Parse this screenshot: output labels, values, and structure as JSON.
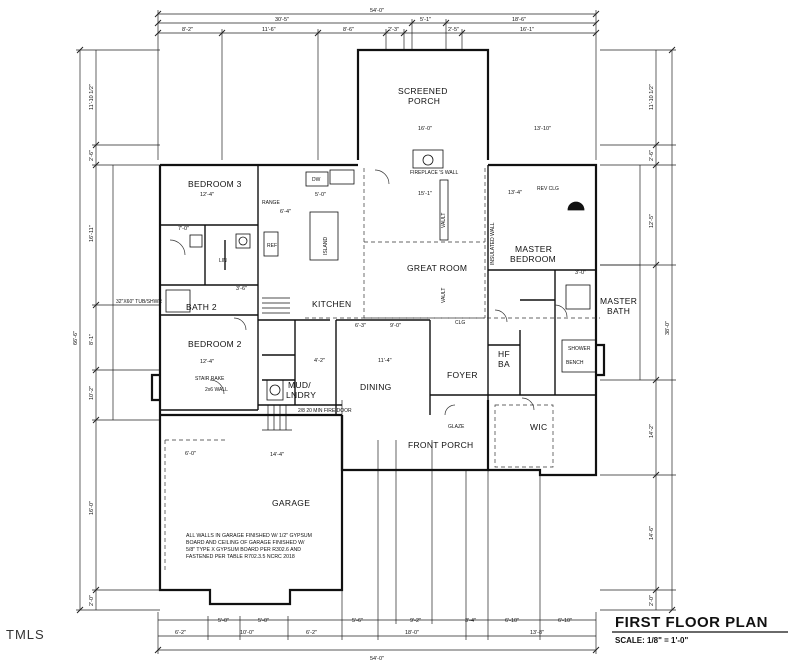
{
  "plan_title": "FIRST FLOOR PLAN",
  "scale": "SCALE: 1/8\" = 1'-0\"",
  "watermark": "TMLS",
  "rooms": {
    "screened_porch_1": "SCREENED",
    "screened_porch_2": "PORCH",
    "bedroom3": "BEDROOM 3",
    "great_room": "GREAT ROOM",
    "master_bedroom_1": "MASTER",
    "master_bedroom_2": "BEDROOM",
    "master_bath_1": "MASTER",
    "master_bath_2": "BATH",
    "kitchen": "KITCHEN",
    "bath2": "BATH 2",
    "bedroom2": "BEDROOM 2",
    "dining": "DINING",
    "foyer": "FOYER",
    "half_bath_1": "HF",
    "half_bath_2": "BA",
    "mud_1": "MUD/",
    "mud_2": "LNDRY",
    "wic": "WIC",
    "front_porch": "FRONT PORCH",
    "garage": "GARAGE"
  },
  "labels": {
    "fireplace": "FIREPLACE 'S WALL",
    "rev_clg": "REV CLG",
    "vault_1": "VAULT",
    "vault_2": "VAULT",
    "insulated_wall": "INSULATED WALL",
    "island": "ISLAND",
    "range": "RANGE",
    "ref": "REF",
    "stair_rake": "STAIR RAKE",
    "knee_wall": "2x6 WALL",
    "fire_door": "2/8 20 MIN FIRE DOOR",
    "tub_shwr": "32\"X60\" TUB/SHWR",
    "shower": "SHOWER",
    "bench": "BENCH",
    "lin": "LIN",
    "dw": "DW",
    "glaze": "GLAZE",
    "clg": "CLG"
  },
  "garage_note": [
    "ALL WALLS IN GARAGE FINISHED W/ 1/2\" GYPSUM",
    "BOARD AND CEILING OF GARAGE FINISHED W/",
    "5/8\" TYPE X GYPSUM BOARD PER R302.6 AND",
    "FASTENED PER TABLE R702.3.5 NCRC 2018"
  ],
  "dims_top": {
    "overall": "54'-0\"",
    "row2": [
      "30'-5\"",
      "5'-1\"",
      "18'-6\""
    ],
    "row3": [
      "8'-2\"",
      "11'-6\"",
      "8'-6\"",
      "2'-3\"",
      "2'-5\"",
      "16'-1\""
    ]
  },
  "dims_bottom": {
    "overall": "54'-0\"",
    "row2": [
      "6'-2\"",
      "5'-0\"",
      "10'-0\"",
      "5'-0\"",
      "6'-2\"",
      "5'-6\"",
      "18'-0\"",
      "3'-4\"",
      "6'-10\"",
      "13'-8\""
    ],
    "row1": [
      "9'-2\"",
      "6'-10\""
    ]
  },
  "dims_left": {
    "overall": "66'-6\"",
    "segs": [
      "11'-10 1/2\"",
      "2'-6\"",
      "16'-11\"",
      "8'-1\"",
      "10'-2\"",
      "16'-0\"",
      "2'-0\""
    ]
  },
  "dims_right": {
    "overall": "38'-0\"",
    "segs": [
      "11'-10 1/2\"",
      "2'-6\"",
      "12'-5\"",
      "14'-2\"",
      "14'-6\"",
      "2'-0\""
    ]
  },
  "interior_dims": [
    "12'-4\"",
    "12'-4\"",
    "15'-1\"",
    "13'-4\"",
    "11'-4\"",
    "16'-0\"",
    "13'-10\"",
    "14'-4\"",
    "6'-0\"",
    "5'-0\"",
    "7'-0\"",
    "6'-3\"",
    "6'-4\"",
    "9'-0\"",
    "4'-2\"",
    "3'-6\"",
    "3'-0\""
  ]
}
